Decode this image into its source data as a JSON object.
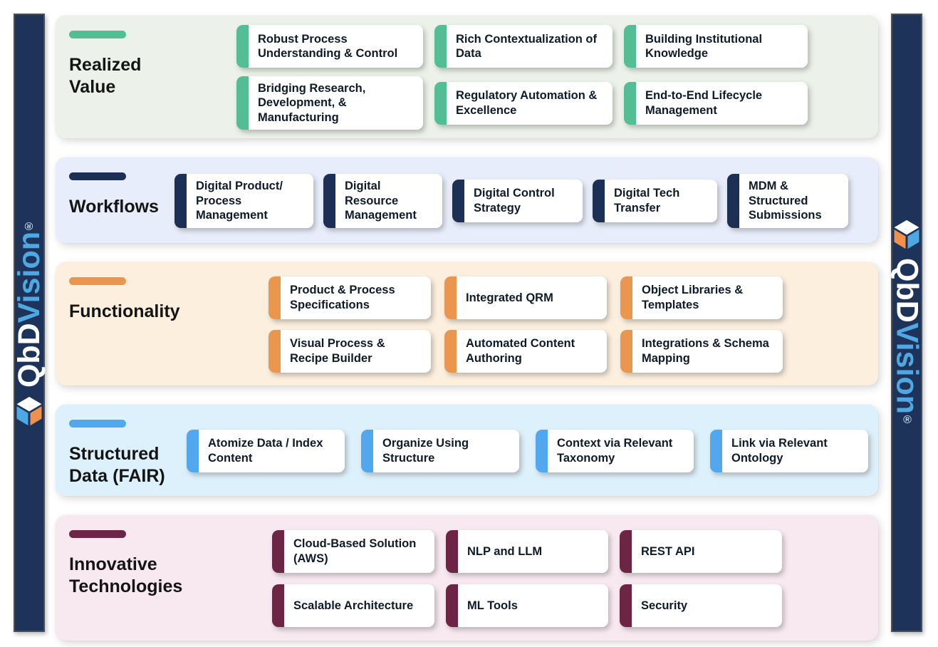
{
  "brand": {
    "name_prefix": "QbD",
    "name_suffix": "Vision",
    "registered": "®",
    "colors": {
      "rail_navy": "#1d3359",
      "logo_blue": "#4fa8e1",
      "logo_orange": "#f0914b",
      "logo_white": "#ffffff"
    }
  },
  "sections": [
    {
      "id": "realized-value",
      "title": "Realized Value",
      "accent": "#53bd95",
      "background": "#ecf2e9",
      "cards": [
        "Robust Process Understanding & Control",
        "Rich Contextualization of Data",
        "Building Institutional Knowledge",
        "Bridging Research, Development, & Manufacturing",
        "Regulatory Automation & Excellence",
        "End-to-End Lifecycle Management"
      ]
    },
    {
      "id": "workflows",
      "title": "Workflows",
      "accent": "#1b3054",
      "background": "#e7edfb",
      "cards": [
        "Digital Product/ Process Management",
        "Digital Resource Management",
        "Digital Control Strategy",
        "Digital Tech Transfer",
        "MDM & Structured Submissions"
      ]
    },
    {
      "id": "functionality",
      "title": "Functionality",
      "accent": "#eb964e",
      "background": "#fdefde",
      "cards": [
        "Product & Process Specifications",
        "Integrated QRM",
        "Object Libraries & Templates",
        "Visual Process & Recipe Builder",
        "Automated Content Authoring",
        "Integrations & Schema Mapping"
      ]
    },
    {
      "id": "structured-data",
      "title": "Structured Data (FAIR)",
      "accent": "#51a8ee",
      "background": "#ddf1fc",
      "cards": [
        "Atomize Data / Index Content",
        "Organize Using Structure",
        "Context via Relevant Taxonomy",
        "Link via Relevant Ontology"
      ]
    },
    {
      "id": "innovative-technologies",
      "title": "Innovative Technologies",
      "accent": "#6c2545",
      "background": "#f8e9f0",
      "cards": [
        "Cloud-Based Solution (AWS)",
        "NLP and LLM",
        "REST API",
        "Scalable Architecture",
        "ML Tools",
        "Security"
      ]
    }
  ]
}
